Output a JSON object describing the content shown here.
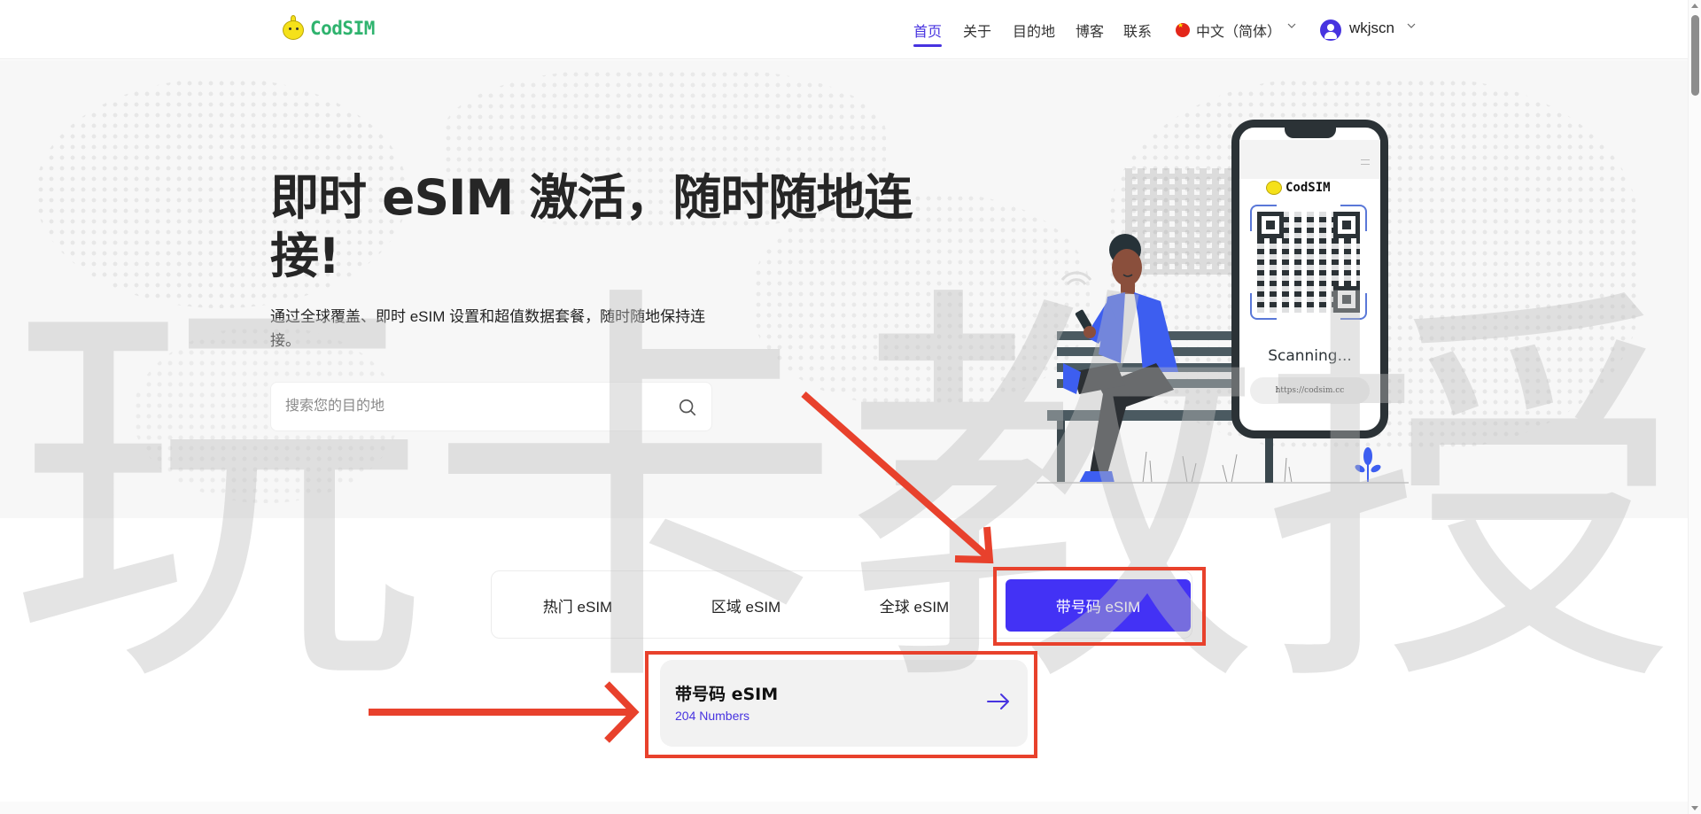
{
  "header": {
    "logo_text": "CodSIM",
    "nav": [
      {
        "label": "首页",
        "active": true
      },
      {
        "label": "关于",
        "active": false
      },
      {
        "label": "目的地",
        "active": false
      },
      {
        "label": "博客",
        "active": false
      },
      {
        "label": "联系",
        "active": false
      }
    ],
    "language": {
      "label": "中文（简体）",
      "flag": "china-flag-icon"
    },
    "user": {
      "name": "wkjscn"
    }
  },
  "hero": {
    "title": "即时 eSIM 激活，随时随地连接!",
    "subtitle": "通过全球覆盖、即时 eSIM 设置和超值数据套餐，随时随地保持连接。",
    "search": {
      "placeholder": "搜索您的目的地",
      "value": ""
    },
    "illustration": {
      "phone_logo": "CodSIM",
      "scanning_text": "Scanning...",
      "url_text": "https://codsim.cc"
    }
  },
  "tabs": [
    {
      "label": "热门 eSIM",
      "active": false
    },
    {
      "label": "区域 eSIM",
      "active": false
    },
    {
      "label": "全球 eSIM",
      "active": false
    },
    {
      "label": "带号码 eSIM",
      "active": true
    }
  ],
  "cards": [
    {
      "title": "带号码 eSIM",
      "subtitle": "204 Numbers"
    }
  ],
  "watermark": [
    "玩",
    "卡",
    "教",
    "授"
  ],
  "colors": {
    "accent": "#4332f5",
    "nav_active": "#4733e0",
    "annotation_red": "#e8412c",
    "logo_green": "#2fb36e"
  }
}
